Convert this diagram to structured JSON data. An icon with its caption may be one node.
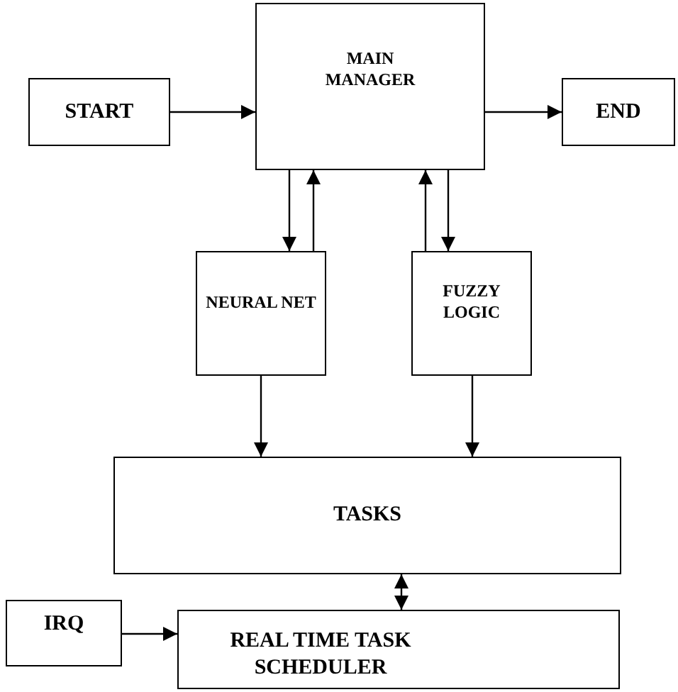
{
  "diagram": {
    "nodes": [
      {
        "text": [
          "START"
        ]
      },
      {
        "text": [
          "MAIN MANAGER"
        ]
      },
      {
        "text": [
          "END"
        ]
      },
      {
        "text": [
          "NEURAL NET"
        ]
      },
      {
        "text": [
          "FUZZY LOGIC"
        ]
      },
      {
        "text": [
          "TASKS"
        ]
      },
      {
        "text": [
          "IRQ"
        ]
      },
      {
        "text": [
          "REAL TIME TASK SCHEDULER"
        ]
      }
    ],
    "edges": [
      {
        "from": 0,
        "to": 1,
        "arrow": "to"
      },
      {
        "from": 1,
        "to": 2,
        "arrow": "to"
      },
      {
        "from": 1,
        "to": 3,
        "arrow": "to"
      },
      {
        "from": 3,
        "to": 1,
        "arrow": "to"
      },
      {
        "from": 4,
        "to": 1,
        "arrow": "to"
      },
      {
        "from": 1,
        "to": 4,
        "arrow": "to"
      },
      {
        "from": 3,
        "to": 5,
        "arrow": "to"
      },
      {
        "from": 4,
        "to": 5,
        "arrow": "to"
      },
      {
        "from": 5,
        "to": 7,
        "arrow": "both"
      },
      {
        "from": 6,
        "to": 7,
        "arrow": "to"
      }
    ]
  }
}
